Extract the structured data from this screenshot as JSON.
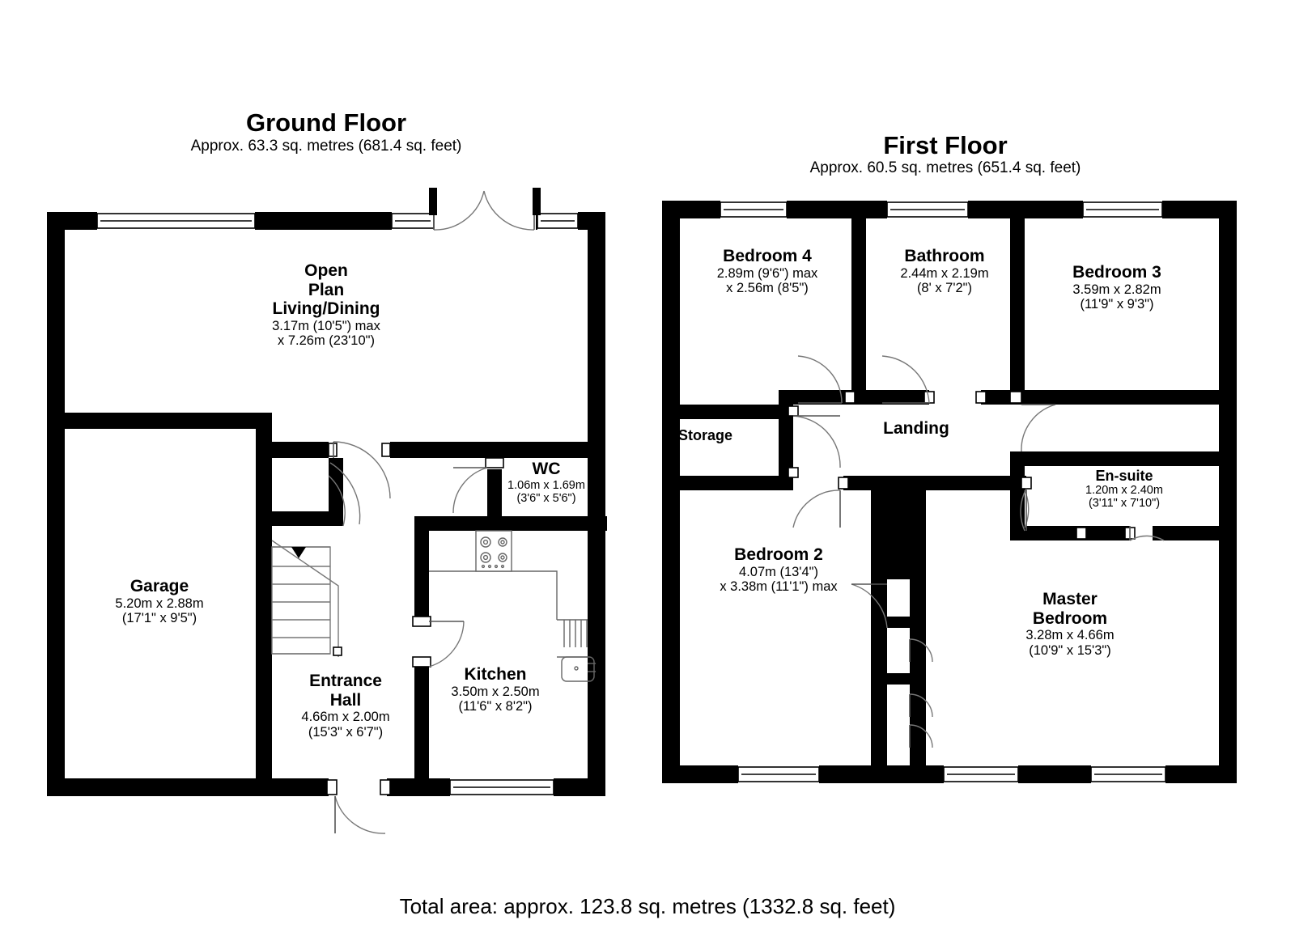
{
  "document": {
    "type": "floor-plan",
    "total_area_text": "Total area: approx. 123.8 sq. metres (1332.8 sq. feet)"
  },
  "floors": [
    {
      "id": "ground",
      "title": "Ground Floor",
      "subtitle": "Approx. 63.3 sq. metres (681.4 sq. feet)",
      "rooms": [
        {
          "id": "open-plan-living-dining",
          "name_lines": [
            "Open",
            "Plan",
            "Living/Dining"
          ],
          "dim_metric": "3.17m (10'5\") max",
          "dim_imperial": "x 7.26m (23'10\")"
        },
        {
          "id": "garage",
          "name_lines": [
            "Garage"
          ],
          "dim_metric": "5.20m x 2.88m",
          "dim_imperial": "(17'1\" x 9'5\")"
        },
        {
          "id": "entrance-hall",
          "name_lines": [
            "Entrance",
            "Hall"
          ],
          "dim_metric": "4.66m x 2.00m",
          "dim_imperial": "(15'3\" x 6'7\")"
        },
        {
          "id": "wc",
          "name_lines": [
            "WC"
          ],
          "dim_metric": "1.06m x 1.69m",
          "dim_imperial": "(3'6\" x 5'6\")"
        },
        {
          "id": "kitchen",
          "name_lines": [
            "Kitchen"
          ],
          "dim_metric": "3.50m x 2.50m",
          "dim_imperial": "(11'6\" x 8'2\")"
        }
      ]
    },
    {
      "id": "first",
      "title": "First Floor",
      "subtitle": "Approx. 60.5 sq. metres (651.4 sq. feet)",
      "rooms": [
        {
          "id": "bedroom-4",
          "name_lines": [
            "Bedroom 4"
          ],
          "dim_metric": "2.89m (9'6\") max",
          "dim_imperial": "x 2.56m (8'5\")"
        },
        {
          "id": "bathroom",
          "name_lines": [
            "Bathroom"
          ],
          "dim_metric": "2.44m x 2.19m",
          "dim_imperial": "(8' x 7'2\")"
        },
        {
          "id": "bedroom-3",
          "name_lines": [
            "Bedroom 3"
          ],
          "dim_metric": "3.59m x 2.82m",
          "dim_imperial": "(11'9\" x 9'3\")"
        },
        {
          "id": "storage",
          "name_lines": [
            "Storage"
          ],
          "dim_metric": "",
          "dim_imperial": ""
        },
        {
          "id": "landing",
          "name_lines": [
            "Landing"
          ],
          "dim_metric": "",
          "dim_imperial": ""
        },
        {
          "id": "en-suite",
          "name_lines": [
            "En-suite"
          ],
          "dim_metric": "1.20m x 2.40m",
          "dim_imperial": "(3'11\" x 7'10\")"
        },
        {
          "id": "bedroom-2",
          "name_lines": [
            "Bedroom 2"
          ],
          "dim_metric": "4.07m (13'4\")",
          "dim_imperial": "x 3.38m (11'1\") max"
        },
        {
          "id": "master-bedroom",
          "name_lines": [
            "Master",
            "Bedroom"
          ],
          "dim_metric": "3.28m x 4.66m",
          "dim_imperial": "(10'9\" x 15'3\")"
        }
      ]
    }
  ],
  "colors": {
    "wall": "#000000",
    "background": "#ffffff",
    "fixture_stroke": "#666666",
    "door_arc": "#777777"
  },
  "labels": {
    "ground_open_plan_line1": "Open",
    "ground_open_plan_line2": "Plan",
    "ground_open_plan_line3": "Living/Dining",
    "ground_open_plan_dim1": "3.17m (10'5\") max",
    "ground_open_plan_dim2": "x 7.26m (23'10\")",
    "garage_name": "Garage",
    "garage_dim1": "5.20m x 2.88m",
    "garage_dim2": "(17'1\" x 9'5\")",
    "hall_name1": "Entrance",
    "hall_name2": "Hall",
    "hall_dim1": "4.66m x 2.00m",
    "hall_dim2": "(15'3\" x 6'7\")",
    "wc_name": "WC",
    "wc_dim1": "1.06m x 1.69m",
    "wc_dim2": "(3'6\" x 5'6\")",
    "kitchen_name": "Kitchen",
    "kitchen_dim1": "3.50m x 2.50m",
    "kitchen_dim2": "(11'6\" x 8'2\")",
    "bed4_name": "Bedroom 4",
    "bed4_dim1": "2.89m (9'6\") max",
    "bed4_dim2": "x 2.56m (8'5\")",
    "bath_name": "Bathroom",
    "bath_dim1": "2.44m x 2.19m",
    "bath_dim2": "(8' x 7'2\")",
    "bed3_name": "Bedroom 3",
    "bed3_dim1": "3.59m x 2.82m",
    "bed3_dim2": "(11'9\" x 9'3\")",
    "storage_name": "Storage",
    "landing_name": "Landing",
    "ensuite_name": "En-suite",
    "ensuite_dim1": "1.20m x 2.40m",
    "ensuite_dim2": "(3'11\" x 7'10\")",
    "bed2_name": "Bedroom 2",
    "bed2_dim1": "4.07m (13'4\")",
    "bed2_dim2": "x 3.38m (11'1\") max",
    "master_name1": "Master",
    "master_name2": "Bedroom",
    "master_dim1": "3.28m x 4.66m",
    "master_dim2": "(10'9\" x 15'3\")"
  }
}
